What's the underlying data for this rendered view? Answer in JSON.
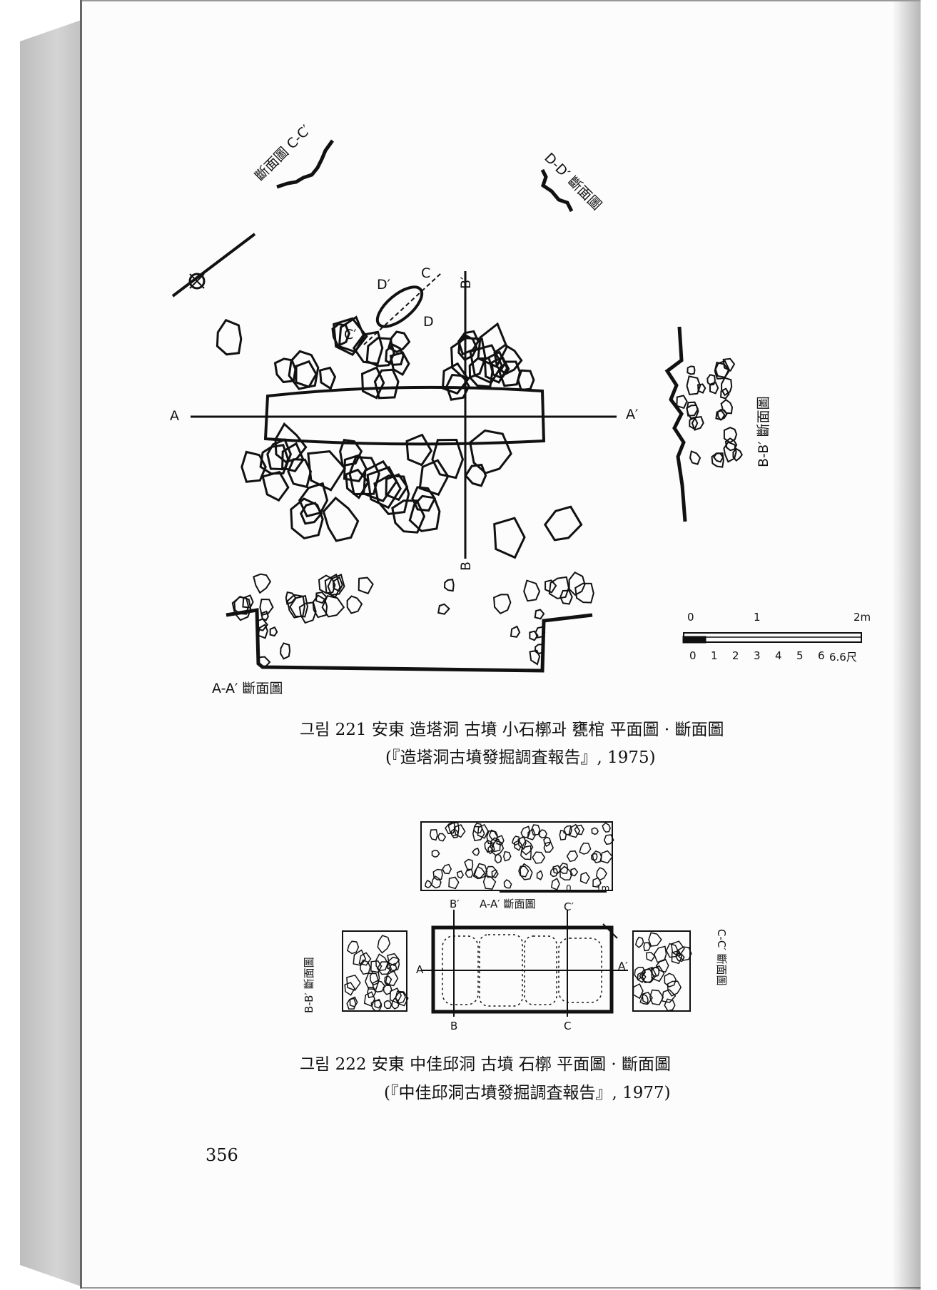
{
  "page_number": "356",
  "figure_221": {
    "caption": "그림 221   安東 造塔洞 古墳 小石槨과 甕棺 平面圖 · 斷面圖",
    "source": "(『造塔洞古墳發掘調査報告』, 1975)",
    "labels": {
      "section_cc": "斷面圖 C-C′",
      "section_dd": "D-D′ 斷面圖",
      "section_bb": "B-B′ 斷面圖",
      "section_aa": "A-A′ 斷面圖",
      "a": "A",
      "a_prime": "A′",
      "b": "B",
      "b_prime": "B′",
      "c": "C",
      "c_prime": "C′",
      "d": "D",
      "d_prime": "D′"
    },
    "scale": {
      "top": [
        "0",
        "1",
        "2m"
      ],
      "bottom": [
        "0",
        "1",
        "2",
        "3",
        "4",
        "5",
        "6",
        "6.6尺"
      ]
    }
  },
  "figure_222": {
    "caption": "그림 222   安東 中佳邱洞 古墳 石槨 平面圖 · 斷面圖",
    "source": "(『中佳邱洞古墳發掘調査報告』, 1977)",
    "labels": {
      "section_aa": "A-A′ 斷面圖",
      "section_bb": "B-B′ 斷面圖",
      "section_cc": "C-C′ 斷面圖",
      "a": "A",
      "a_prime": "A′",
      "b": "B",
      "b_prime": "B′",
      "c": "C",
      "c_prime": "C′",
      "scale_0": "0",
      "scale_1m": "1m"
    }
  }
}
